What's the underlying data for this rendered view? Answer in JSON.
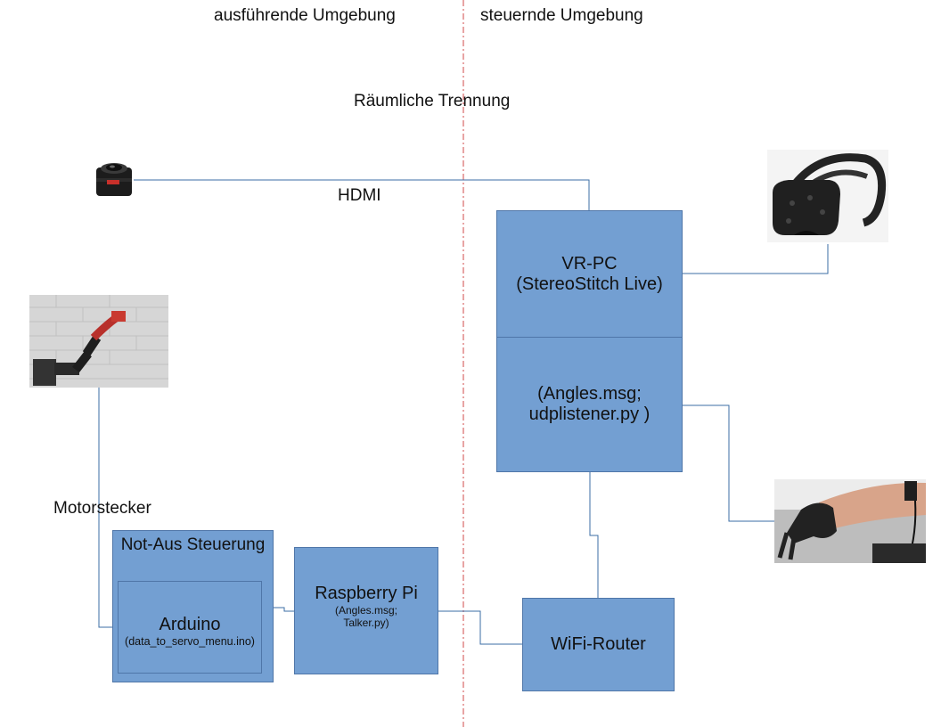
{
  "headers": {
    "left": "ausführende Umgebung",
    "right": "steuernde Umgebung",
    "separation": "Räumliche Trennung"
  },
  "connections": {
    "hdmi": "HDMI",
    "motor": "Motorstecker"
  },
  "boxes": {
    "vr_pc": {
      "title": "VR-PC",
      "subtitle": "(StereoStitch Live)"
    },
    "angles": {
      "line1": "(Angles.msg;",
      "line2": "udplistener.py )"
    },
    "not_aus": {
      "title": "Not-Aus Steuerung"
    },
    "arduino": {
      "title": "Arduino",
      "subtitle": "(data_to_servo_menu.ino)"
    },
    "raspberry": {
      "title": "Raspberry Pi",
      "line1": "(Angles.msg;",
      "line2": "Talker.py)"
    },
    "router": {
      "title": "WiFi-Router"
    }
  },
  "icons": {
    "camera": "360-camera-icon",
    "headset": "vr-headset-icon",
    "robot_arm": "robot-arm-photo",
    "glove": "data-glove-photo"
  },
  "colors": {
    "box_fill": "#739fd2",
    "box_border": "#4f76a8",
    "line": "#3b6ea5",
    "separator": "#d24a4a"
  }
}
